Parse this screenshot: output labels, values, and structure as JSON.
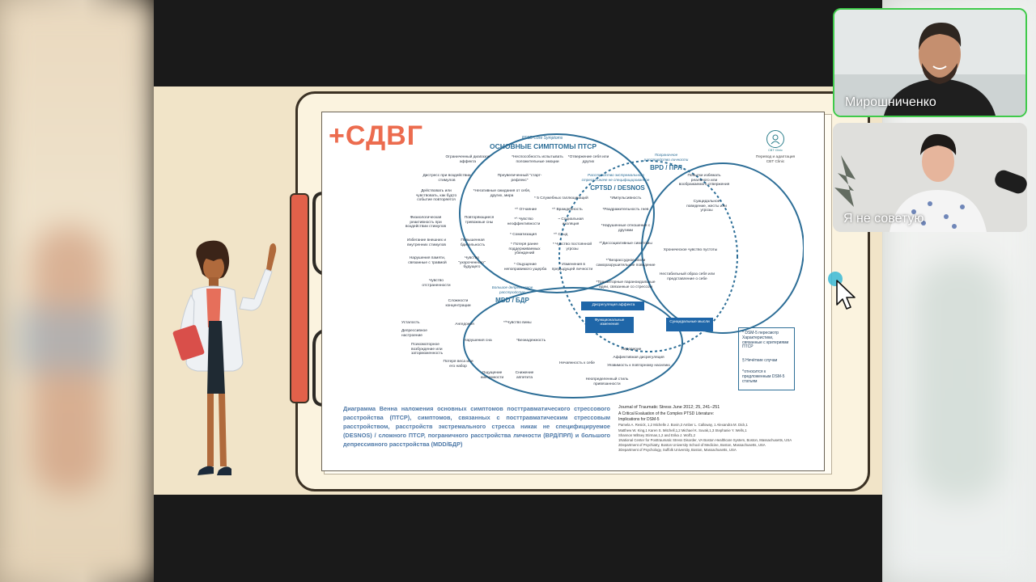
{
  "slide": {
    "plus_title": "+СДВГ",
    "venn": {
      "ptsd_core_en": "PTSD Core Symptoms",
      "ptsd_core_ru": "ОСНОВНЫЕ СИМПТОМЫ ПТСР",
      "cptsd_en_1": "Расстройство экстремального",
      "cptsd_en_2": "стресса иначе не специфицированное",
      "cptsd": "CPTSD / DESNOS",
      "bpd_en_1": "Пограничное",
      "bpd_en_2": "расстройство личности",
      "bpd": "BPD / ПРЛ",
      "mdd_en_1": "Большое депрессивное",
      "mdd_en_2": "расстройство",
      "mdd": "MDD / БДР"
    },
    "ptsd_items": [
      "Ограниченный диапазон аффекта",
      "*Неспособность испытывать положительные эмоции",
      "*Отвержение себя или других",
      "Дистресс при воздействии стимулов",
      "Преувеличенный \"старт-рефлекс\"",
      "Действовать или чувствовать, как будто событие повторяется",
      "*Негативные ожидания от себя, других, мира",
      "Физиологическая реактивность при воздействии стимулов",
      "Повторяющиеся тревожные сны",
      "Избегание внешних и внутренних стимулов",
      "Повышенная бдительность",
      "Нарушения памяти, связанные с травмой",
      "Чувство \"укороченного\" будущего",
      "Чувство отстраненности"
    ],
    "cptsd_items": [
      "* 5 Служебных галлюцинаций",
      "*^ Отчаяние",
      "*^ Враждебность",
      "*^ Чувство неэффективности",
      "~ Социальная изоляция",
      "* Соматизация",
      "*^ Стыд",
      "* Потеря ранее поддерживаемых убеждений",
      "* Чувство постоянной угрозы",
      "* Ощущение непоправимого ущерба",
      "* Изменения в предыдущей личности"
    ],
    "overlap_items": [
      "*Импульсивность",
      "*Раздражительность гнев",
      "*Нарушенные отношения с другими",
      "*^Диссоциативные симптомы",
      "*^Безрассудное и/или саморазрушительное поведение",
      "*Транзиторные параноидальные идеи, связанные со стрессом"
    ],
    "bpd_items": [
      "Попытки избежать реального или воображаемого отвержения",
      "Суицидальное поведение, жесты или угрозы",
      "Хроническое чувство пустоты",
      "Нестабильный образ себя или представление о себе",
      "Недоверие",
      "Аффективная дисрегуляция",
      "Уязвимость к повторному насилию",
      "Неопределенный стиль привязанности"
    ],
    "mdd_items": [
      "Сложности концентрации",
      "Ангедония",
      "*^Чувство вины",
      "Нарушения сна",
      "*Безнадежность",
      "Усталость",
      "Депрессивное настроение",
      "Психомоторное возбуждение или заторможенность",
      "Потеря веса или его набор",
      "Ощущение никчемности",
      "Снижение аппетита",
      "Нечаянность к себе"
    ],
    "blue_boxes": [
      "Дисрегуляция аффекта",
      "Функциональные изменения",
      "Суицидальные мысли"
    ],
    "legend": [
      "* DSM-5 пересмотр Характеристики, связанные с критериями ПТСР",
      "§ Нечёткие случаи",
      "^относится к предложенным DSM-5 статьям"
    ],
    "cbt_name": "CBT Clinic",
    "cbt_line1": "Перевод и адаптация",
    "cbt_line2": "CBT Clinic",
    "caption": "Диаграмма Венна наложения основных симптомов посттравматического стрессового расстройства (ПТСР), симптомов, связанных с посттравматическим стрессовым расстройством, расстройств экстремального стресса никак не специфицируемое (DESNOS) / сложного ПТСР, пограничного расстройства личности (ВРД/ПРЛ) и большого депрессивного расстройства (MDD/БДР)",
    "references": [
      "Journal of Traumatic Stress June 2012; 25, 241–251",
      "A Critical Evaluation of the Complex PTSD Literature:",
      "Implications for DSM-5",
      "Pamela A. Resick, 1,2 Michelle J. Bovin,3 Amber L. Calloway, 1 Alexandra M. Dick,1",
      "Matthew W. King,1 Karen S. Mitchell,1,2 Michael K. Suvak,1,3 Stephanie Y. Wells,1",
      "Shannon Wiltsey Stirman,1,2 and Erika J. Wolf1,2",
      "1National Center for Posttraumatic Stress Disorder, VA Boston Healthcare System, Boston, Massachusetts, USA",
      "2Department of Psychiatry, Boston University School of Medicine, Boston, Massachusetts, USA",
      "3Department of Psychology, Suffolk University, Boston, Massachusetts, USA"
    ]
  },
  "participants": [
    {
      "name": "Мирошниченко",
      "active_speaker": true
    },
    {
      "name": "Я не советую",
      "active_speaker": false
    }
  ],
  "colors": {
    "accent_orange": "#ec6c4f",
    "venn_blue": "#2d6e97",
    "box_blue": "#1f66a8",
    "speaker_green": "#3fca4a"
  }
}
